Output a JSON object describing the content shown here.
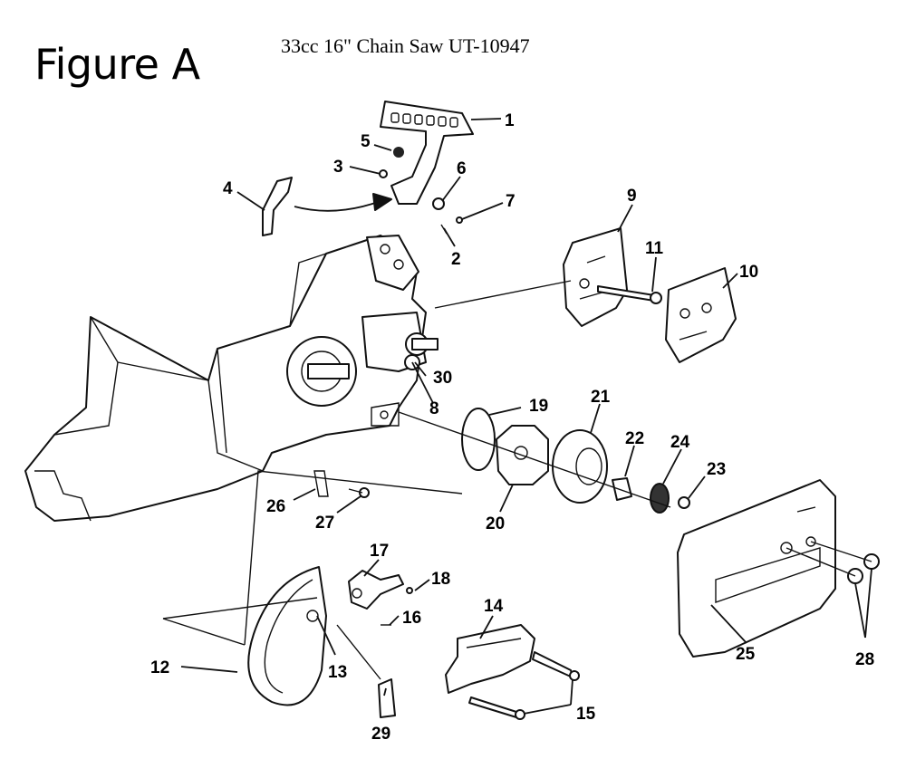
{
  "header": {
    "figure_label": "Figure A",
    "document_title": "33cc 16\" Chain Saw UT-10947"
  },
  "callouts": {
    "p1": "1",
    "p2": "2",
    "p3": "3",
    "p4": "4",
    "p5": "5",
    "p6": "6",
    "p7": "7",
    "p8": "8",
    "p9": "9",
    "p10": "10",
    "p11": "11",
    "p12": "12",
    "p13": "13",
    "p14": "14",
    "p15": "15",
    "p16": "16",
    "p17": "17",
    "p18": "18",
    "p19": "19",
    "p20": "20",
    "p21": "21",
    "p22": "22",
    "p23": "23",
    "p24": "24",
    "p25": "25",
    "p26": "26",
    "p27": "27",
    "p28": "28",
    "p29": "29",
    "p30": "30"
  }
}
